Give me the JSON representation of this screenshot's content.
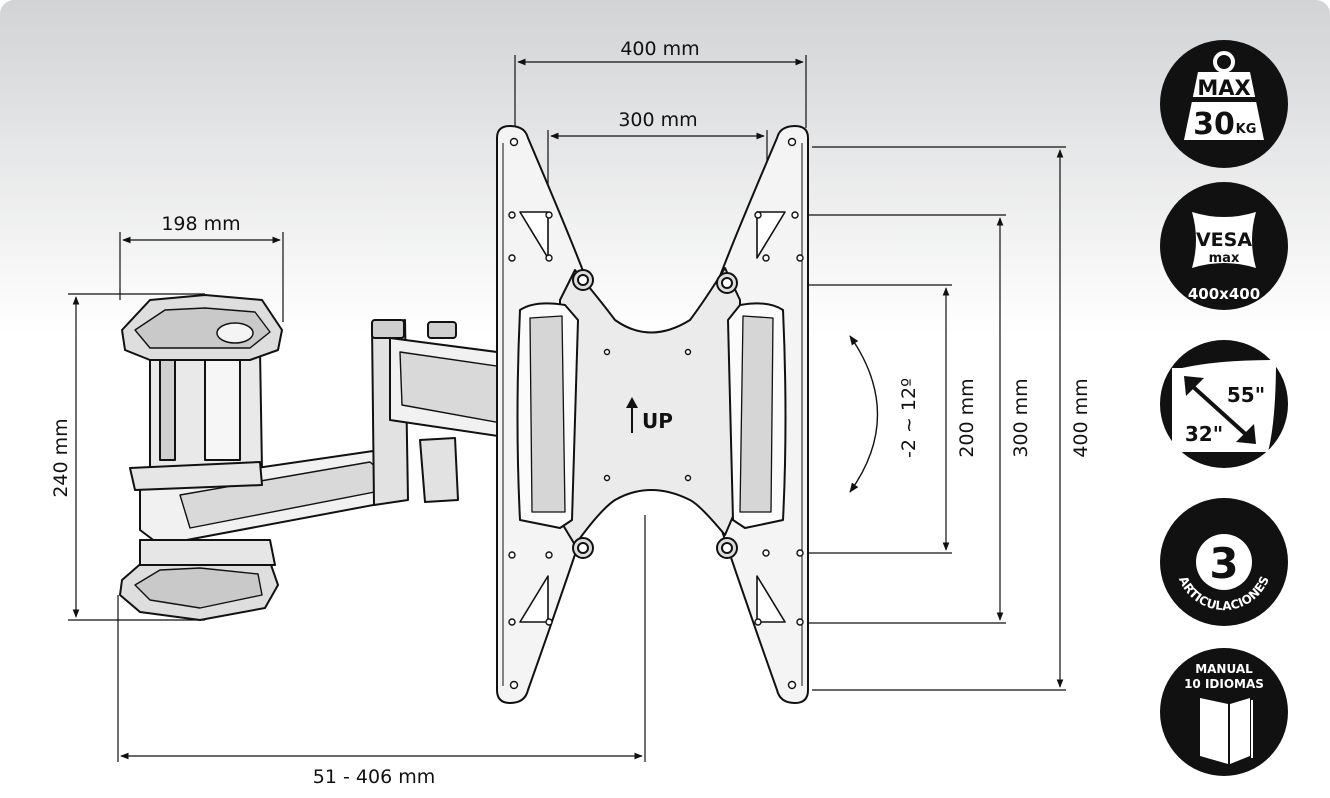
{
  "dimensions": {
    "vesa_width_outer": "400 mm",
    "vesa_width_inner": "300 mm",
    "wall_plate_width": "198 mm",
    "wall_plate_height": "240 mm",
    "extension_range": "51 - 406 mm",
    "tilt_range": "-2 ~ 12º",
    "vesa_height_small": "200 mm",
    "vesa_height_medium": "300 mm",
    "vesa_height_large": "400 mm"
  },
  "plate": {
    "up_label": "UP"
  },
  "badges": {
    "weight": {
      "top": "MAX",
      "value": "30",
      "unit": "KG"
    },
    "vesa": {
      "title": "VESA",
      "sub": "max",
      "size": "400x400"
    },
    "screen": {
      "max": "55\"",
      "min": "32\""
    },
    "joints": {
      "count": "3",
      "label": "ARTICULACIONES"
    },
    "manual": {
      "line1": "MANUAL",
      "line2": "10 IDIOMAS"
    }
  },
  "colors": {
    "badge": "#111111",
    "line": "#111111"
  }
}
